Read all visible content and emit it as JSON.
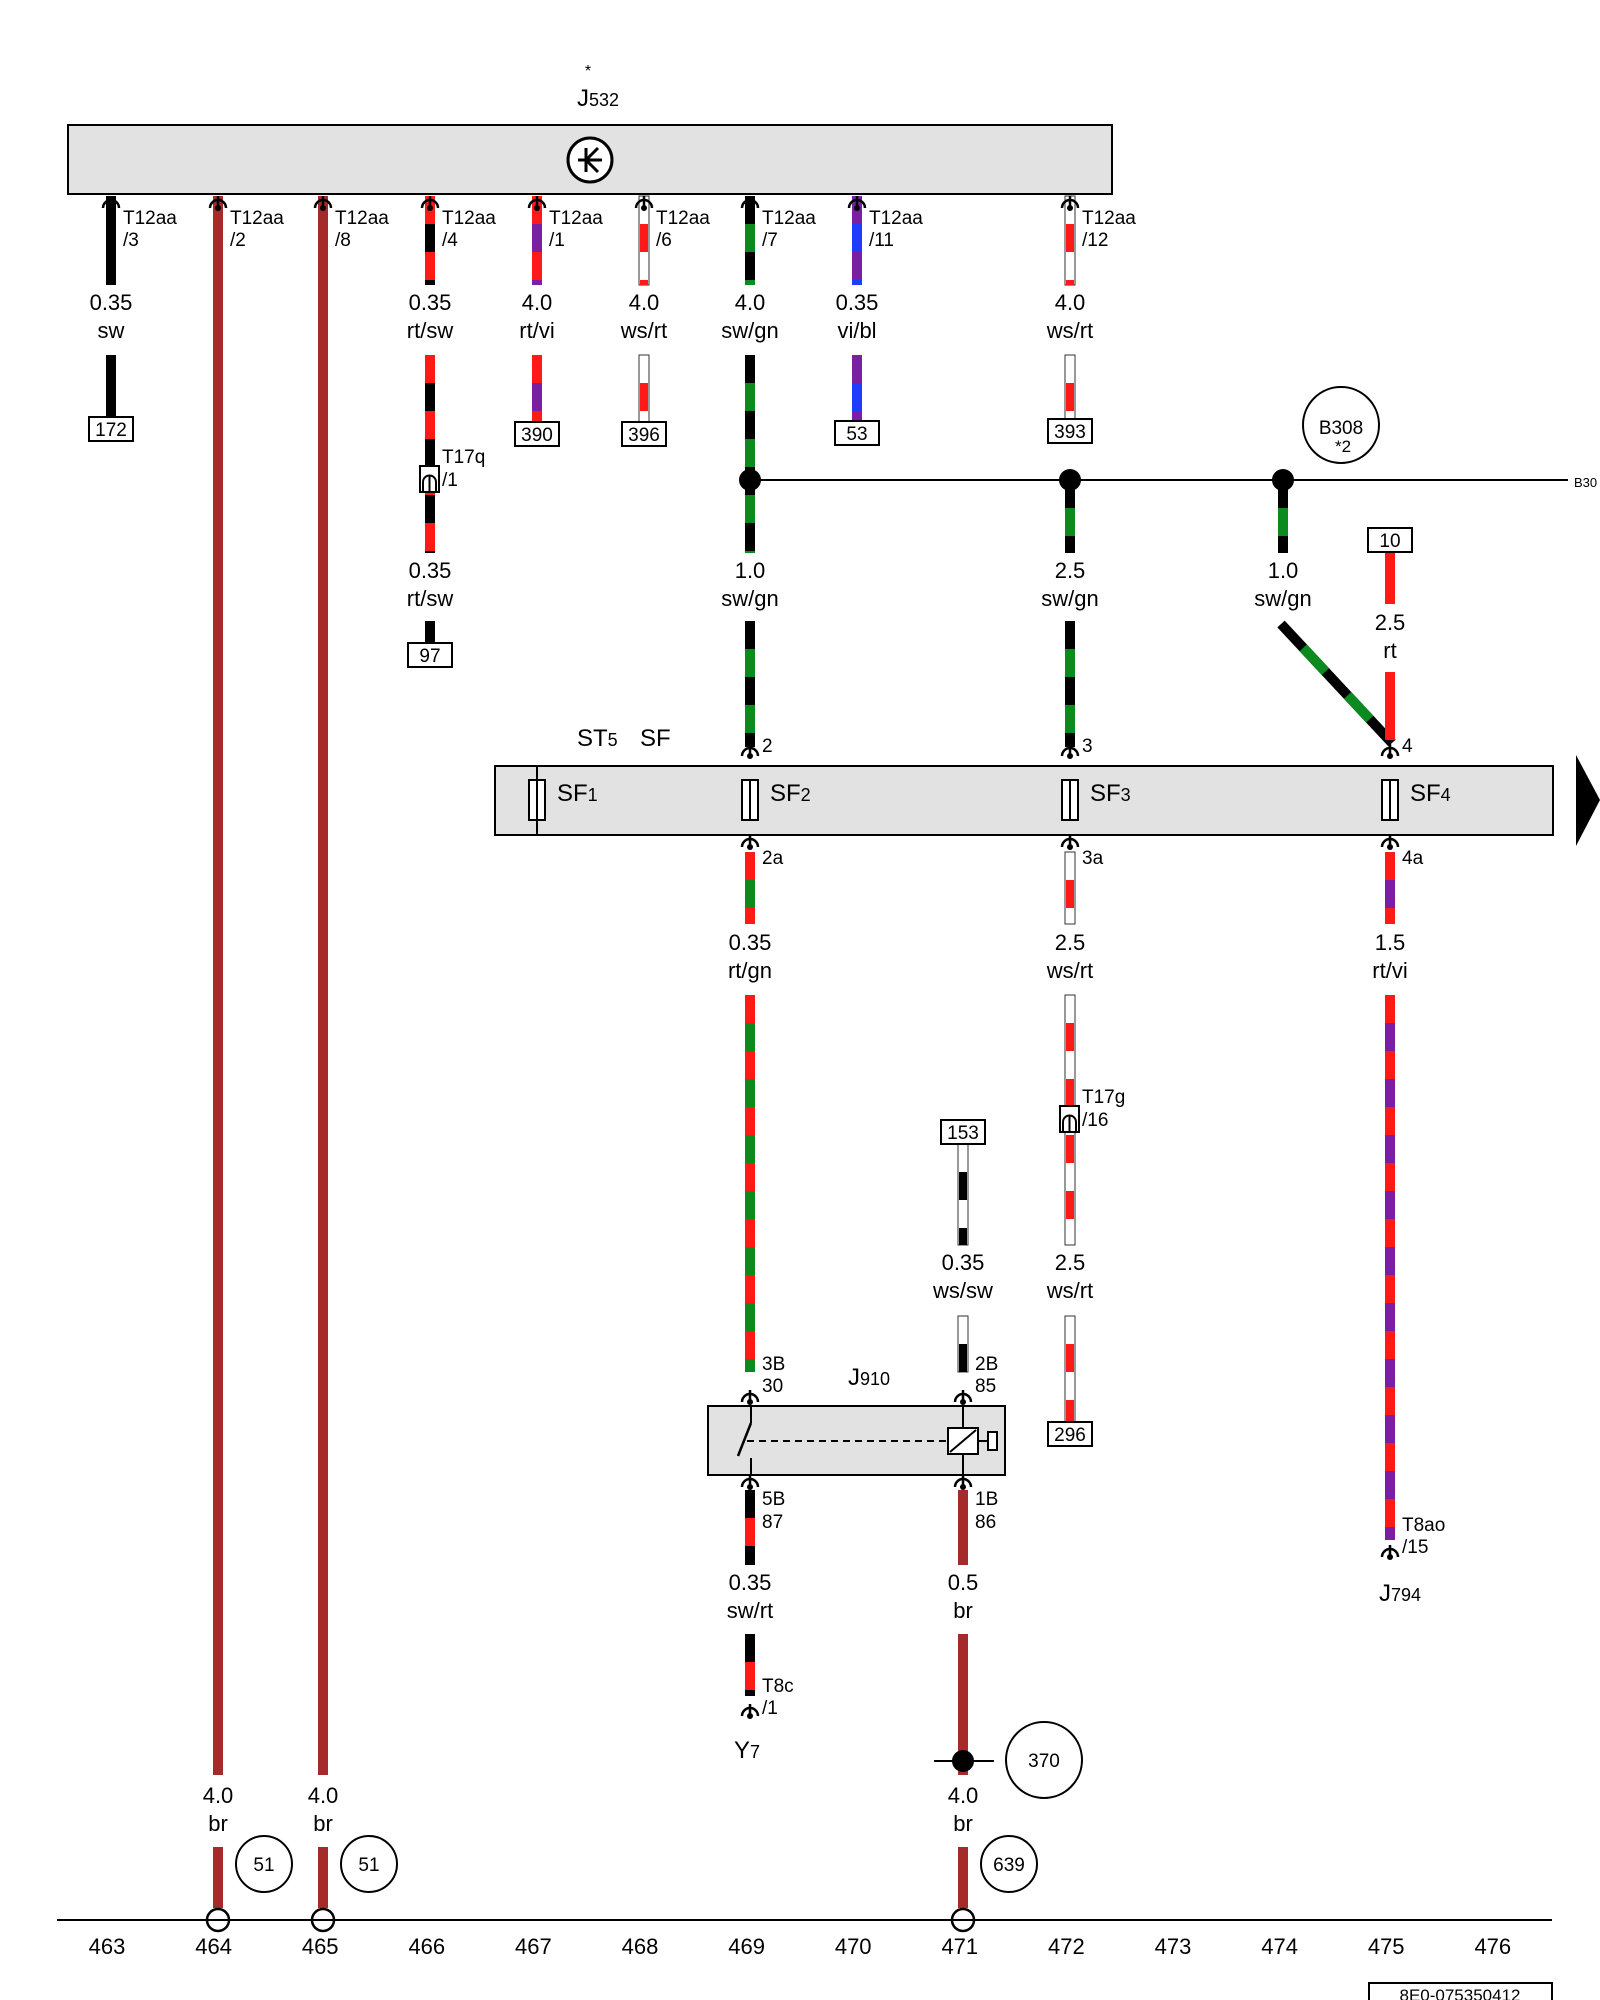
{
  "title": {
    "asterisk": "*",
    "main": "J",
    "sub": "532"
  },
  "module_J532": {
    "pins": [
      {
        "conn": "T12aa",
        "pin": "/3"
      },
      {
        "conn": "T12aa",
        "pin": "/2"
      },
      {
        "conn": "T12aa",
        "pin": "/8"
      },
      {
        "conn": "T12aa",
        "pin": "/4"
      },
      {
        "conn": "T12aa",
        "pin": "/1"
      },
      {
        "conn": "T12aa",
        "pin": "/6"
      },
      {
        "conn": "T12aa",
        "pin": "/7"
      },
      {
        "conn": "T12aa",
        "pin": "/11"
      },
      {
        "conn": "T12aa",
        "pin": "/12"
      }
    ]
  },
  "wire_labels": [
    {
      "size": "0.35",
      "color": "sw"
    },
    {
      "size": "0.35",
      "color": "rt/sw"
    },
    {
      "size": "4.0",
      "color": "rt/vi"
    },
    {
      "size": "4.0",
      "color": "ws/rt"
    },
    {
      "size": "4.0",
      "color": "sw/gn"
    },
    {
      "size": "0.35",
      "color": "vi/bl"
    },
    {
      "size": "4.0",
      "color": "ws/rt"
    },
    {
      "size": "0.35",
      "color": "rt/sw"
    },
    {
      "size": "1.0",
      "color": "sw/gn"
    },
    {
      "size": "2.5",
      "color": "sw/gn"
    },
    {
      "size": "1.0",
      "color": "sw/gn"
    },
    {
      "size": "2.5",
      "color": "rt"
    },
    {
      "size": "0.35",
      "color": "rt/gn"
    },
    {
      "size": "2.5",
      "color": "ws/rt"
    },
    {
      "size": "1.5",
      "color": "rt/vi"
    },
    {
      "size": "0.35",
      "color": "ws/sw"
    },
    {
      "size": "2.5",
      "color": "ws/rt"
    },
    {
      "size": "0.35",
      "color": "sw/rt"
    },
    {
      "size": "0.5",
      "color": "br"
    },
    {
      "size": "4.0",
      "color": "br"
    },
    {
      "size": "4.0",
      "color": "br"
    },
    {
      "size": "4.0",
      "color": "br"
    }
  ],
  "references": [
    "172",
    "390",
    "396",
    "53",
    "393",
    "97",
    "10",
    "153",
    "296"
  ],
  "ground_circles": [
    "51",
    "51",
    "370",
    "639"
  ],
  "bus": {
    "label": "B308",
    "note": "*2",
    "edge_label": "B30"
  },
  "connectors": [
    {
      "conn": "T17q",
      "pin": "/1"
    },
    {
      "conn": "T17g",
      "pin": "/16"
    },
    {
      "conn": "T8c",
      "pin": "/1"
    },
    {
      "conn": "T8ao",
      "pin": "/15"
    }
  ],
  "fuse_box": {
    "title_main": "ST",
    "title_sub": "5",
    "title_extra": "SF",
    "fuses": [
      {
        "name": "SF",
        "sub": "1"
      },
      {
        "name": "SF",
        "sub": "2"
      },
      {
        "name": "SF",
        "sub": "3"
      },
      {
        "name": "SF",
        "sub": "4"
      }
    ],
    "top_pins": [
      "2",
      "3",
      "4"
    ],
    "bottom_pins": [
      "2a",
      "3a",
      "4a"
    ]
  },
  "relay_J910": {
    "main": "J",
    "sub": "910",
    "pins": [
      {
        "a": "3B",
        "b": "30"
      },
      {
        "a": "2B",
        "b": "85"
      },
      {
        "a": "5B",
        "b": "87"
      },
      {
        "a": "1B",
        "b": "86"
      }
    ]
  },
  "components": {
    "y7": {
      "main": "Y",
      "sub": "7"
    },
    "j794": {
      "main": "J",
      "sub": "794"
    }
  },
  "track_numbers": [
    "463",
    "464",
    "465",
    "466",
    "467",
    "468",
    "469",
    "470",
    "471",
    "472",
    "473",
    "474",
    "475",
    "476"
  ],
  "doc_code": "8E0-075350412"
}
